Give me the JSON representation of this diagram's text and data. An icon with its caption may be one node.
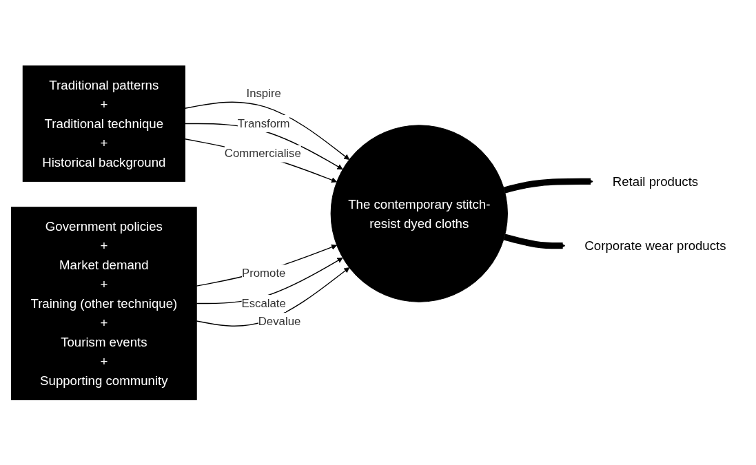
{
  "diagram": {
    "nodes": [
      {
        "text": [
          "Traditional patterns",
          "+",
          "Traditional technique",
          "+",
          "Historical background"
        ]
      },
      {
        "text": [
          "The contemporary stitch-resist dyed cloths"
        ]
      },
      {
        "text": [
          "Government policies",
          "+",
          "Market demand",
          "+",
          "Training (other technique)",
          "+",
          "Tourism events",
          "+",
          "Supporting community"
        ]
      },
      {
        "text": [
          "Retail products"
        ]
      },
      {
        "text": [
          "Corporate wear products"
        ]
      }
    ],
    "edges": [
      {
        "from": 0,
        "to": 1,
        "arrow": "to",
        "label": "Inspire"
      },
      {
        "from": 0,
        "to": 1,
        "arrow": "to",
        "label": "Transform"
      },
      {
        "from": 0,
        "to": 1,
        "arrow": "to",
        "label": "Commercialise"
      },
      {
        "from": 2,
        "to": 1,
        "arrow": "to",
        "label": "Promote"
      },
      {
        "from": 2,
        "to": 1,
        "arrow": "to",
        "label": "Escalate"
      },
      {
        "from": 2,
        "to": 1,
        "arrow": "to",
        "label": "Devalue"
      },
      {
        "from": 1,
        "to": 3,
        "arrow": "to",
        "style": "thick"
      },
      {
        "from": 1,
        "to": 4,
        "arrow": "to",
        "style": "thick"
      }
    ]
  }
}
